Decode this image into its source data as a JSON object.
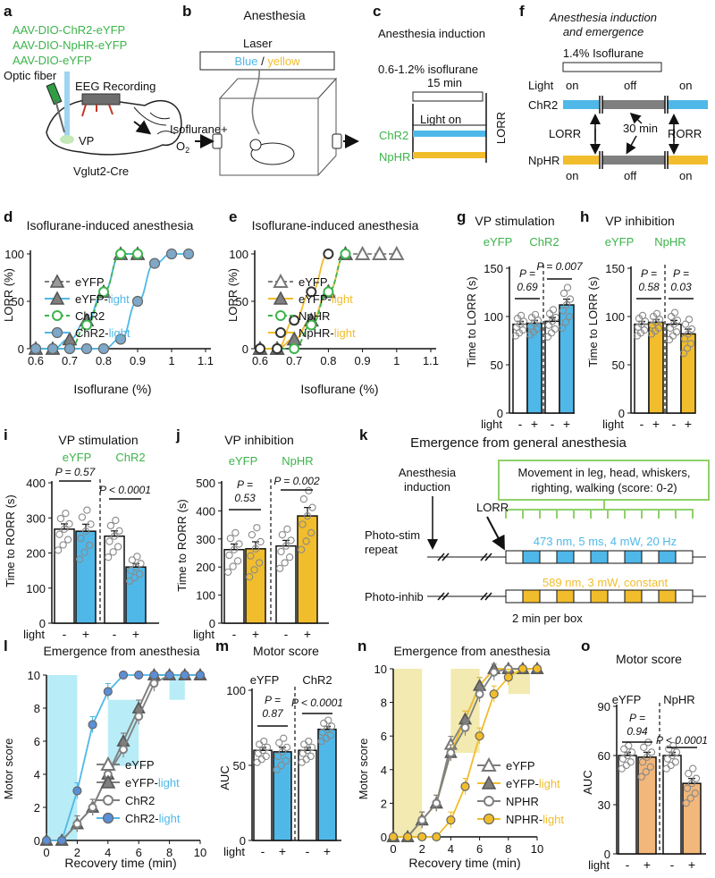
{
  "colors": {
    "blue": "#4fb8e8",
    "yellow": "#f1bd2c",
    "green": "#3cb44b",
    "gray": "#7f7f7f",
    "lightblue": "#b8ecf6",
    "lightyellow": "#f2eab0",
    "orange": "#f2b77a",
    "dark": "#222222"
  },
  "labels": {
    "a": "a",
    "b": "b",
    "c": "c",
    "d": "d",
    "e": "e",
    "f": "f",
    "g": "g",
    "h": "h",
    "i": "i",
    "j": "j",
    "k": "k",
    "l": "l",
    "m": "m",
    "n": "n",
    "o": "o"
  },
  "panel_a": {
    "virus1": "AAV-DIO-ChR2-eYFP",
    "virus2": "AAV-DIO-NpHR-eYFP",
    "virus3": "AAV-DIO-eYFP",
    "fiber": "Optic fiber",
    "eeg": "EEG Recording",
    "region": "VP",
    "mouse": "Vglut2-Cre"
  },
  "panel_b": {
    "title": "Anesthesia",
    "laser": "Laser",
    "blue_word": "Blue",
    "slash": " / ",
    "yellow_word": "yellow",
    "gas1": "Isoflurane+",
    "gas2": "O",
    "gas_sub": "2"
  },
  "panel_c": {
    "title": "Anesthesia induction",
    "dose": "0.6-1.2% isoflurane",
    "time": "15 min",
    "light_on": "Light on",
    "chr2": "ChR2",
    "nphr": "NpHR",
    "lorr": "LORR"
  },
  "panel_f": {
    "title1": "Anesthesia induction",
    "title2": "and emergence",
    "iso": "1.4% Isoflurane",
    "light": "Light",
    "on1": "on",
    "off1": "off",
    "on2": "on",
    "chr2": "ChR2",
    "lorr": "LORR",
    "thirty": "30 min",
    "rorr": "RORR",
    "nphr": "NpHR",
    "on3": "on",
    "off2": "off",
    "on4": "on"
  },
  "panel_d": {
    "title": "Isoflurane-induced anesthesia",
    "xlabel": "Isoflurane (%)",
    "ylabel": "LORR (%)",
    "xticks": [
      "0.6",
      "0.7",
      "0.8",
      "0.9",
      "1",
      "1.1"
    ],
    "yticks": [
      "0",
      "50",
      "100"
    ],
    "legend": [
      "eYFP",
      "eYFP-",
      "light",
      "ChR2",
      "ChR2-",
      "light"
    ]
  },
  "panel_e": {
    "title": "Isoflurane-induced anesthesia",
    "xlabel": "Isoflurane (%)",
    "ylabel": "LORR (%)",
    "xticks": [
      "0.6",
      "0.7",
      "0.8",
      "0.9",
      "1",
      "1.1"
    ],
    "yticks": [
      "0",
      "50",
      "100"
    ],
    "legend": [
      "eYFP",
      "eYFP-",
      "light",
      "NpHR",
      "NpHR-",
      "light"
    ]
  },
  "panel_g": {
    "title": "VP stimulation",
    "g1": "eYFP",
    "g2": "ChR2",
    "ylabel": "Time to LORR (s)",
    "yticks": [
      "0",
      "50",
      "100",
      "150"
    ],
    "p1a": "P =",
    "p1b": "0.69",
    "p2": "P = 0.007",
    "light": "light",
    "minus": "-",
    "plus": "+"
  },
  "panel_h": {
    "title": "VP inhibition",
    "g1": "eYFP",
    "g2": "NpHR",
    "ylabel": "Time to LORR (s)",
    "yticks": [
      "0",
      "50",
      "100",
      "150"
    ],
    "p1a": "P =",
    "p1b": "0.58",
    "p2a": "P =",
    "p2b": "0.03",
    "light": "light",
    "minus": "-",
    "plus": "+"
  },
  "panel_i": {
    "title": "VP stimulation",
    "g1": "eYFP",
    "g2": "ChR2",
    "ylabel": "Time to RORR (s)",
    "yticks": [
      "0",
      "100",
      "200",
      "300",
      "400"
    ],
    "p1": "P = 0.57",
    "p2": "P < 0.0001",
    "light": "light",
    "minus": "-",
    "plus": "+"
  },
  "panel_j": {
    "title": "VP inhibition",
    "g1": "eYFP",
    "g2": "NpHR",
    "ylabel": "Time to RORR (s)",
    "yticks": [
      "0",
      "100",
      "200",
      "300",
      "400",
      "500"
    ],
    "p1a": "P =",
    "p1b": "0.53",
    "p2": "P = 0.002",
    "light": "light",
    "minus": "-",
    "plus": "+"
  },
  "panel_k": {
    "title": "Emergence from general anesthesia",
    "induction1": "Anesthesia",
    "induction2": "induction",
    "movement1": "Movement in leg, head, whiskers,",
    "movement2": "righting, walking (score: 0-2)",
    "lorr": "LORR",
    "stim1": "Photo-stim",
    "stim2": "repeat",
    "stim_params": "473 nm, 5 ms, 4 mW, 20 Hz",
    "inhib_params": "589 nm, 3 mW, constant",
    "inhib": "Photo-inhib",
    "per_box": "2 min  per box"
  },
  "panel_l": {
    "title": "Emergence from anesthesia",
    "xlabel": "Recovery time (min)",
    "ylabel": "Motor score",
    "xticks": [
      "0",
      "2",
      "4",
      "6",
      "8",
      "10"
    ],
    "yticks": [
      "0",
      "2",
      "4",
      "6",
      "8",
      "10"
    ],
    "legend": [
      "eYFP",
      "eYFP-",
      "light",
      "ChR2",
      "ChR2-",
      "light"
    ]
  },
  "panel_m": {
    "title": "Motor score",
    "g1": "eYFP",
    "g2": "ChR2",
    "ylabel": "AUC",
    "yticks": [
      "0",
      "50",
      "100"
    ],
    "p1a": "P =",
    "p1b": "0.87",
    "p2": "P < 0.0001",
    "light": "light",
    "minus": "-",
    "plus": "+"
  },
  "panel_n": {
    "title": "Emergence from anesthesia",
    "xlabel": "Recovery time (min)",
    "ylabel": "Motor score",
    "xticks": [
      "0",
      "2",
      "4",
      "6",
      "8",
      "10"
    ],
    "yticks": [
      "0",
      "2",
      "4",
      "6",
      "8",
      "10"
    ],
    "legend": [
      "eYFP",
      "eYFP-",
      "light",
      "NPHR",
      "NPHR-",
      "light"
    ]
  },
  "panel_o": {
    "title": "Motor score",
    "g1": "eYFP",
    "g2": "NpHR",
    "ylabel": "AUC",
    "yticks": [
      "0",
      "30",
      "60",
      "90"
    ],
    "p1a": "P =",
    "p1b": "0.94",
    "p2": "P < 0.0001",
    "light": "light",
    "minus": "-",
    "plus": "+"
  },
  "chart_data": [
    {
      "id": "d",
      "type": "line",
      "title": "Isoflurane-induced anesthesia",
      "xlabel": "Isoflurane (%)",
      "ylabel": "LORR (%)",
      "xlim": [
        0.6,
        1.1
      ],
      "ylim": [
        0,
        100
      ],
      "series": [
        {
          "name": "eYFP",
          "x": [
            0.6,
            0.65,
            0.7,
            0.75,
            0.8,
            0.85,
            0.9
          ],
          "y": [
            0,
            0,
            10,
            30,
            60,
            100,
            100
          ]
        },
        {
          "name": "eYFP-light",
          "x": [
            0.6,
            0.65,
            0.7,
            0.75,
            0.8,
            0.85,
            0.9
          ],
          "y": [
            0,
            0,
            10,
            30,
            60,
            100,
            100
          ]
        },
        {
          "name": "ChR2",
          "x": [
            0.6,
            0.65,
            0.7,
            0.75,
            0.8,
            0.85,
            0.9
          ],
          "y": [
            0,
            0,
            0,
            25,
            60,
            100,
            100
          ]
        },
        {
          "name": "ChR2-light",
          "x": [
            0.6,
            0.65,
            0.7,
            0.75,
            0.8,
            0.85,
            0.9,
            0.95,
            1,
            1.05
          ],
          "y": [
            0,
            0,
            0,
            0,
            0,
            10,
            50,
            90,
            100,
            100
          ]
        }
      ]
    },
    {
      "id": "e",
      "type": "line",
      "title": "Isoflurane-induced anesthesia",
      "xlabel": "Isoflurane (%)",
      "ylabel": "LORR (%)",
      "xlim": [
        0.6,
        1.1
      ],
      "ylim": [
        0,
        100
      ],
      "series": [
        {
          "name": "eYFP",
          "x": [
            0.6,
            0.65,
            0.7,
            0.75,
            0.8,
            0.85,
            0.9,
            0.95,
            1
          ],
          "y": [
            0,
            0,
            10,
            30,
            60,
            100,
            100,
            100,
            100
          ]
        },
        {
          "name": "eYFP-light",
          "x": [
            0.6,
            0.65,
            0.7,
            0.75,
            0.8,
            0.85
          ],
          "y": [
            0,
            0,
            10,
            30,
            60,
            100
          ]
        },
        {
          "name": "NpHR",
          "x": [
            0.6,
            0.65,
            0.7,
            0.75,
            0.8,
            0.85
          ],
          "y": [
            0,
            0,
            0,
            25,
            60,
            100
          ]
        },
        {
          "name": "NpHR-light",
          "x": [
            0.6,
            0.65,
            0.7,
            0.75,
            0.8
          ],
          "y": [
            0,
            0,
            30,
            60,
            100
          ]
        }
      ]
    },
    {
      "id": "g",
      "type": "bar",
      "title": "VP stimulation",
      "ylabel": "Time to LORR (s)",
      "ylim": [
        0,
        150
      ],
      "categories": [
        "eYFP -",
        "eYFP +",
        "ChR2 -",
        "ChR2 +"
      ],
      "values": [
        92,
        93,
        95,
        112
      ],
      "errors": [
        3,
        3,
        4,
        6
      ]
    },
    {
      "id": "h",
      "type": "bar",
      "title": "VP inhibition",
      "ylabel": "Time to LORR (s)",
      "ylim": [
        0,
        150
      ],
      "categories": [
        "eYFP -",
        "eYFP +",
        "NpHR -",
        "NpHR +"
      ],
      "values": [
        92,
        94,
        92,
        82
      ],
      "errors": [
        3,
        3,
        4,
        5
      ]
    },
    {
      "id": "i",
      "type": "bar",
      "title": "VP stimulation",
      "ylabel": "Time to RORR (s)",
      "ylim": [
        0,
        400
      ],
      "categories": [
        "eYFP -",
        "eYFP +",
        "ChR2 -",
        "ChR2 +"
      ],
      "values": [
        268,
        262,
        248,
        160
      ],
      "errors": [
        15,
        20,
        15,
        10
      ]
    },
    {
      "id": "j",
      "type": "bar",
      "title": "VP inhibition",
      "ylabel": "Time to RORR (s)",
      "ylim": [
        0,
        500
      ],
      "categories": [
        "eYFP -",
        "eYFP +",
        "NpHR -",
        "NpHR +"
      ],
      "values": [
        262,
        265,
        275,
        382
      ],
      "errors": [
        20,
        25,
        20,
        30
      ]
    },
    {
      "id": "l",
      "type": "line",
      "title": "Emergence from anesthesia",
      "xlabel": "Recovery time (min)",
      "ylabel": "Motor score",
      "xlim": [
        0,
        10
      ],
      "ylim": [
        0,
        10
      ],
      "series": [
        {
          "name": "eYFP",
          "x": [
            0,
            1,
            2,
            3,
            4,
            5,
            6,
            7,
            8,
            9,
            10
          ],
          "y": [
            0,
            0,
            1,
            2,
            4,
            6,
            8,
            10,
            10,
            10,
            10
          ]
        },
        {
          "name": "eYFP-light",
          "x": [
            0,
            1,
            2,
            3,
            4,
            5,
            6,
            7,
            8,
            9,
            10
          ],
          "y": [
            0,
            0,
            1,
            2,
            4,
            6,
            8,
            10,
            10,
            10,
            10
          ]
        },
        {
          "name": "ChR2",
          "x": [
            0,
            1,
            2,
            3,
            4,
            5,
            6,
            7,
            8,
            9,
            10
          ],
          "y": [
            0,
            0,
            1,
            2,
            4,
            5.5,
            7.5,
            9.5,
            10,
            10,
            10
          ]
        },
        {
          "name": "ChR2-light",
          "x": [
            0,
            1,
            2,
            3,
            4,
            5,
            6,
            7,
            8,
            9,
            10
          ],
          "y": [
            0,
            0,
            3,
            7,
            9,
            10,
            10,
            10,
            10,
            10,
            10
          ]
        }
      ]
    },
    {
      "id": "m",
      "type": "bar",
      "title": "Motor score",
      "ylabel": "AUC",
      "ylim": [
        0,
        100
      ],
      "categories": [
        "eYFP -",
        "eYFP +",
        "ChR2 -",
        "ChR2 +"
      ],
      "values": [
        60,
        59,
        60,
        74
      ],
      "errors": [
        2,
        3,
        2,
        2
      ]
    },
    {
      "id": "n",
      "type": "line",
      "title": "Emergence from anesthesia",
      "xlabel": "Recovery time (min)",
      "ylabel": "Motor score",
      "xlim": [
        0,
        10
      ],
      "ylim": [
        0,
        10
      ],
      "series": [
        {
          "name": "eYFP",
          "x": [
            0,
            1,
            2,
            3,
            4,
            5,
            6,
            7,
            8,
            9,
            10
          ],
          "y": [
            0,
            0,
            1,
            2,
            5.5,
            7,
            9,
            10,
            10,
            10,
            10
          ]
        },
        {
          "name": "eYFP-light",
          "x": [
            0,
            1,
            2,
            3,
            4,
            5,
            6,
            7,
            8,
            9,
            10
          ],
          "y": [
            0,
            0,
            1,
            2,
            5,
            7,
            9,
            10,
            10,
            10,
            10
          ]
        },
        {
          "name": "NPHR",
          "x": [
            0,
            1,
            2,
            3,
            4,
            5,
            6,
            7,
            8,
            9,
            10
          ],
          "y": [
            0,
            0,
            1,
            2,
            5,
            6.5,
            8.5,
            9.8,
            10,
            10,
            10
          ]
        },
        {
          "name": "NPHR-light",
          "x": [
            0,
            1,
            2,
            3,
            4,
            5,
            6,
            7,
            8,
            9,
            10
          ],
          "y": [
            0,
            0,
            0,
            0,
            1,
            3,
            6,
            8.5,
            9.5,
            10,
            10
          ]
        }
      ]
    },
    {
      "id": "o",
      "type": "bar",
      "title": "Motor score",
      "ylabel": "AUC",
      "ylim": [
        0,
        90
      ],
      "categories": [
        "eYFP -",
        "eYFP +",
        "NpHR -",
        "NpHR +"
      ],
      "values": [
        60,
        59,
        60,
        43
      ],
      "errors": [
        2,
        3,
        2,
        3
      ]
    }
  ]
}
